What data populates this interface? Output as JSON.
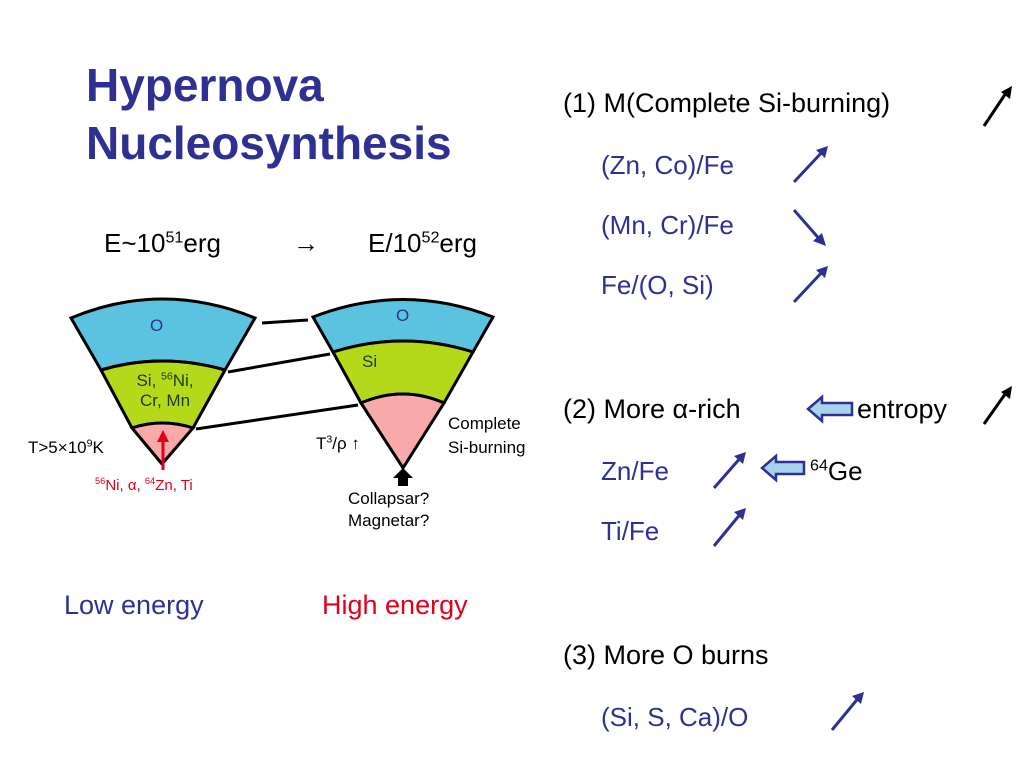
{
  "title": {
    "line1": "Hypernova",
    "line2": "Nucleosynthesis"
  },
  "energy": {
    "low_prefix": "E~10",
    "low_exp": "51",
    "low_unit": "erg",
    "arrow": "→",
    "high_prefix": "E/10",
    "high_exp": "52",
    "high_unit": "erg"
  },
  "left_cone": {
    "o_label": "O",
    "si_line1_a": "Si, ",
    "si_line1_sup": "56",
    "si_line1_b": "Ni,",
    "si_line2": "Cr, Mn",
    "temp_a": "T>5×10",
    "temp_sup": "9",
    "temp_b": "K",
    "products_sup1": "56",
    "products_a": "Ni, α, ",
    "products_sup2": "64",
    "products_b": "Zn, Ti"
  },
  "right_cone": {
    "o_label": "O",
    "si_label": "Si",
    "t_a": "T",
    "t_sup": "3",
    "t_b": "/ρ ↑",
    "complete_line1": "Complete",
    "complete_line2": "Si-burning",
    "collapsar": "Collapsar?",
    "magnetar": "Magnetar?"
  },
  "labels": {
    "low": "Low energy",
    "high": "High energy"
  },
  "right_panel": {
    "item1": "(1) M(Complete Si-burning)",
    "item1_sub": [
      "(Zn, Co)/Fe",
      "(Mn, Cr)/Fe",
      "Fe/(O, Si)"
    ],
    "item2_a": "(2) More ",
    "item2_alpha": "α",
    "item2_b": "-rich",
    "item2_entropy": "entropy",
    "item2_sub1": "Zn/Fe",
    "item2_ge_sup": "64",
    "item2_ge": "Ge",
    "item2_sub2": "Ti/Fe",
    "item3": "(3) More O burns",
    "item3_sub": "(Si, S, Ca)/O"
  },
  "colors": {
    "title": "#2e3192",
    "o_layer": "#5bc3e0",
    "si_layer": "#b3d91a",
    "core": "#f8a9a9",
    "high": "#e0001a",
    "hollow_arrow": "#a8d3ee"
  }
}
